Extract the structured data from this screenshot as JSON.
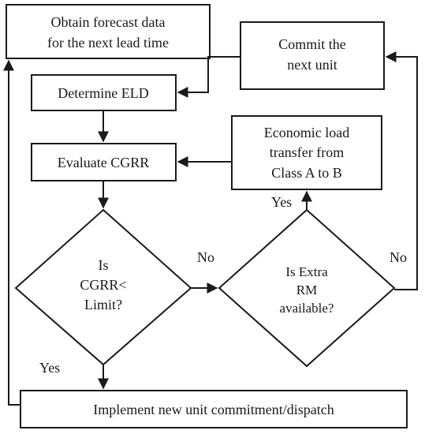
{
  "flowchart": {
    "obtain_forecast": [
      "Obtain forecast data",
      "for the next lead time"
    ],
    "determine_eld": "Determine ELD",
    "evaluate_cgrr": "Evaluate CGRR",
    "decision_cgrr": [
      "Is",
      "CGRR<",
      "Limit?"
    ],
    "decision_extra_rm": [
      "Is Extra",
      "RM",
      "available?"
    ],
    "commit_unit": [
      "Commit the",
      "next unit"
    ],
    "economic_transfer": [
      "Economic load",
      "transfer from",
      "Class A to B"
    ],
    "implement": "Implement new unit commitment/dispatch",
    "edge_labels": {
      "no_cgrr": "No",
      "no_extra_rm": "No",
      "yes_extra_rm": "Yes",
      "yes_cgrr": "Yes"
    }
  }
}
